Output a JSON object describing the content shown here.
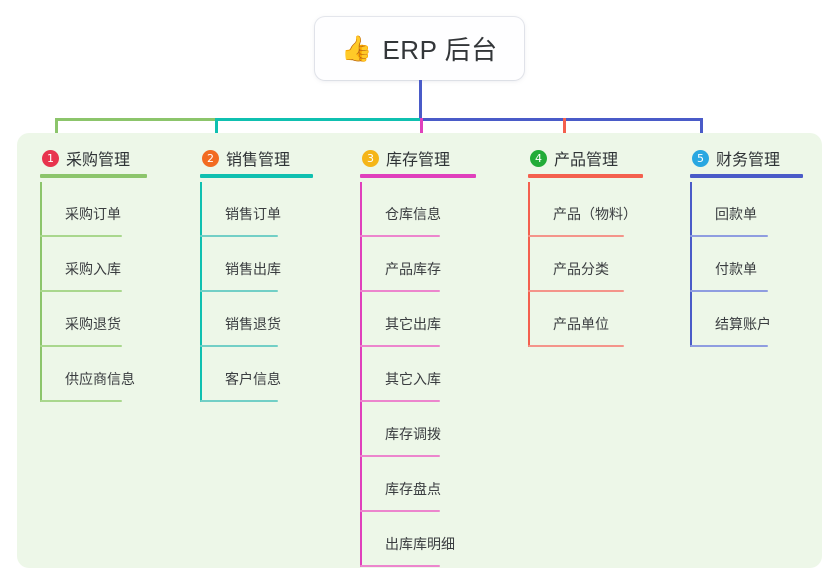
{
  "root": {
    "icon": "thumbs-up-icon",
    "emoji": "👍",
    "title": "ERP 后台"
  },
  "panel": {
    "background": "#edf7e8"
  },
  "connector_colors": {
    "trunk": "#4a5bc8",
    "bar_left": "#8cc56b",
    "bar_mid": "#0fc0b0",
    "bar_right": "#4a5bc8"
  },
  "columns": [
    {
      "index": "1",
      "badge_char": "❶",
      "badge_color": "#e8344e",
      "line_color": "#8cc56b",
      "sub_line_color": "#a9d78d",
      "title": "采购管理",
      "items": [
        "采购订单",
        "采购入库",
        "采购退货",
        "供应商信息"
      ]
    },
    {
      "index": "2",
      "badge_char": "❷",
      "badge_color": "#f26b21",
      "line_color": "#0fc0b0",
      "sub_line_color": "#72cfc6",
      "title": "销售管理",
      "items": [
        "销售订单",
        "销售出库",
        "销售退货",
        "客户信息"
      ]
    },
    {
      "index": "3",
      "badge_char": "❸",
      "badge_color": "#f5b518",
      "line_color": "#e040bc",
      "sub_line_color": "#ec85cd",
      "title": "库存管理",
      "items": [
        "仓库信息",
        "产品库存",
        "其它出库",
        "其它入库",
        "库存调拨",
        "库存盘点",
        "出库库明细"
      ]
    },
    {
      "index": "4",
      "badge_char": "❹",
      "badge_color": "#22ac38",
      "line_color": "#f4604e",
      "sub_line_color": "#f4948a",
      "title": "产品管理",
      "items": [
        "产品（物料）",
        "产品分类",
        "产品单位"
      ]
    },
    {
      "index": "5",
      "badge_char": "❺",
      "badge_color": "#29a7e1",
      "line_color": "#4a5bc8",
      "sub_line_color": "#8f9de0",
      "title": "财务管理",
      "items": [
        "回款单",
        "付款单",
        "结算账户"
      ]
    }
  ]
}
